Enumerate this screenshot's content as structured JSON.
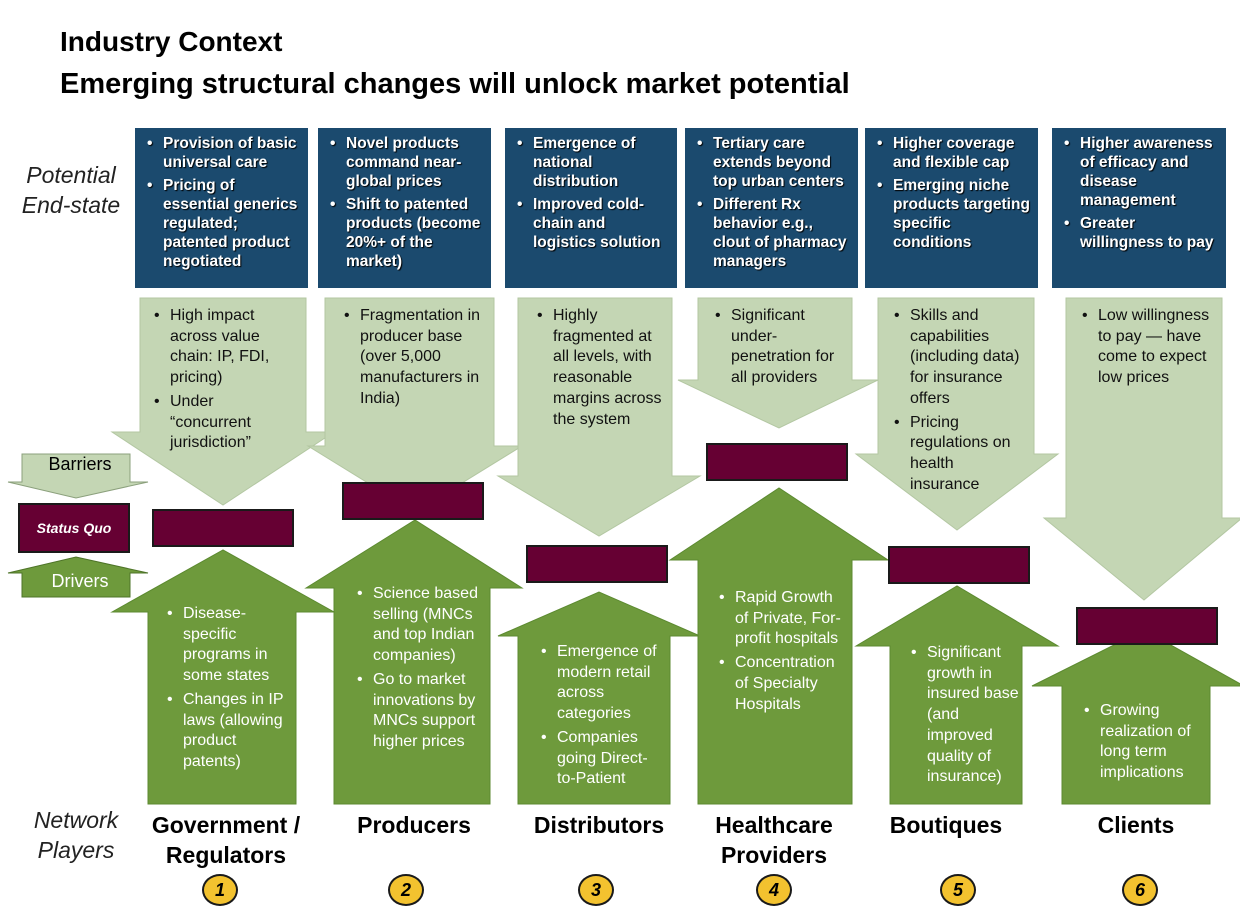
{
  "title": "Industry Context",
  "subtitle": "Emerging structural changes will unlock market potential",
  "labels": {
    "end_state": "Potential End-state",
    "network_players": "Network Players",
    "barriers": "Barriers",
    "status_quo": "Status Quo",
    "drivers": "Drivers"
  },
  "colors": {
    "end_state_box": "#1b4a6e",
    "barrier_arrow": "#c4d6b4",
    "driver_arrow": "#6e9a3c",
    "status_quo": "#660033",
    "badge": "#f3c22f"
  },
  "columns": [
    {
      "number": "1",
      "player": "Government / Regulators",
      "end_state": [
        "Provision of basic universal care",
        "Pricing of essential generics regulated; patented product negotiated"
      ],
      "barriers": [
        "High impact across value chain: IP, FDI, pricing)",
        "Under “concurrent jurisdiction”"
      ],
      "drivers": [
        "Disease-specific programs in some states",
        "Changes in IP laws (allowing product patents)"
      ]
    },
    {
      "number": "2",
      "player": "Producers",
      "end_state": [
        "Novel products command near-global prices",
        "Shift to patented products (become 20%+ of the market)"
      ],
      "barriers": [
        "Fragmentation in producer base (over 5,000 manufacturers in India)"
      ],
      "drivers": [
        "Science based selling (MNCs and top Indian companies)",
        "Go to market innovations by MNCs support higher prices"
      ]
    },
    {
      "number": "3",
      "player": "Distributors",
      "end_state": [
        "Emergence of national distribution",
        "Improved cold-chain and logistics solution"
      ],
      "barriers": [
        "Highly fragmented at all levels, with reasonable margins across the system"
      ],
      "drivers": [
        "Emergence of modern retail across categories",
        "Companies going Direct-to-Patient"
      ]
    },
    {
      "number": "4",
      "player": "Healthcare Providers",
      "end_state": [
        "Tertiary care extends beyond top urban centers",
        "Different Rx behavior e.g., clout of pharmacy managers"
      ],
      "barriers": [
        "Significant under-penetration for all providers"
      ],
      "drivers": [
        "Rapid Growth of Private, For-profit hospitals",
        "Concentration of Specialty Hospitals"
      ]
    },
    {
      "number": "5",
      "player": "Boutiques",
      "end_state": [
        "Higher coverage and flexible cap",
        "Emerging niche products targeting specific conditions"
      ],
      "barriers": [
        "Skills and capabilities (including data) for insurance offers",
        "Pricing regulations on health insurance"
      ],
      "drivers": [
        "Significant growth in insured base (and improved quality of insurance)"
      ]
    },
    {
      "number": "6",
      "player": "Clients",
      "end_state": [
        "Higher awareness of efficacy and disease management",
        "Greater willingness to pay"
      ],
      "barriers": [
        "Low willingness to pay — have come to expect low prices"
      ],
      "drivers": [
        "Growing realization of long term implications"
      ]
    }
  ]
}
